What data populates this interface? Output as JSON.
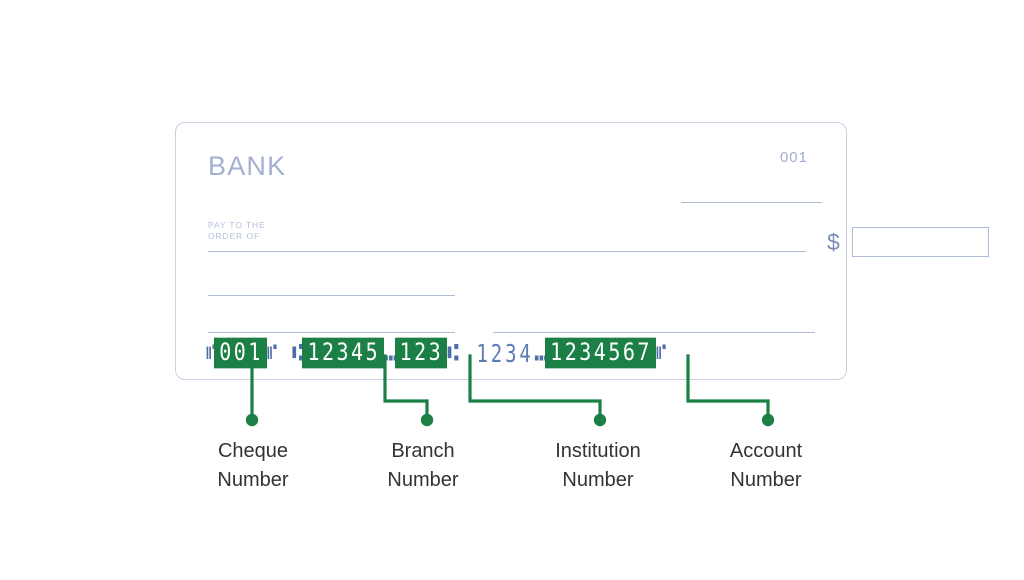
{
  "document": {
    "type": "cheque-anatomy-diagram",
    "background_color": "#ffffff"
  },
  "cheque": {
    "border_color": "#c9d2e3",
    "bank_name": "BANK",
    "bank_name_color": "#a3b0d2",
    "cheque_number_top_right": "001",
    "pay_to_label_line1": "PAY TO THE",
    "pay_to_label_line2": "ORDER OF",
    "payee_value": "",
    "date_value": "",
    "amount_words_value": "",
    "memo_value": "",
    "signature_value": "",
    "currency_symbol": "$",
    "amount_box_value": "",
    "line_color": "#aebbd6"
  },
  "micr": {
    "highlight_color": "#1b7f46",
    "plain_color": "#5f7bb3",
    "onus_symbol": "⑈",
    "transit_symbol": "⑆",
    "dash_symbol": "⑉",
    "groups": [
      {
        "key": "cheque_number",
        "value": "001",
        "highlighted": true
      },
      {
        "key": "branch_number",
        "value": "12345",
        "highlighted": true
      },
      {
        "key": "institution_number",
        "value": "123",
        "highlighted": true
      },
      {
        "key": "plain_digits",
        "value": "1234",
        "highlighted": false
      },
      {
        "key": "account_number",
        "value": "1234567",
        "highlighted": true
      }
    ],
    "full_line": "⑈001⑈ ⑆12345⑉123⑆ 1234⑉1234567⑈"
  },
  "connectors": {
    "color": "#1b7f46",
    "dot_radius": 6
  },
  "labels": [
    {
      "name": "cheque-number",
      "line1": "Cheque",
      "line2": "Number"
    },
    {
      "name": "branch-number",
      "line1": "Branch",
      "line2": "Number"
    },
    {
      "name": "institution-number",
      "line1": "Institution",
      "line2": "Number"
    },
    {
      "name": "account-number",
      "line1": "Account",
      "line2": "Number"
    }
  ]
}
